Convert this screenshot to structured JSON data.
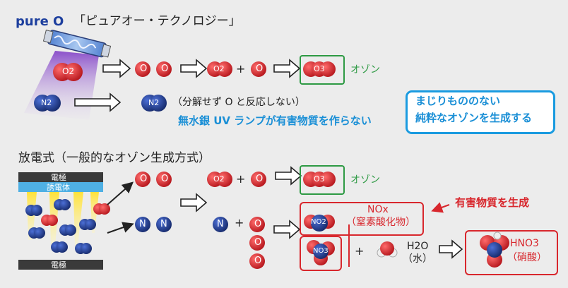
{
  "brand": {
    "logo_text": "pure O"
  },
  "title": "「ピュアオー・テクノロジー」",
  "uv_section": {
    "o2_label": "O2",
    "n2_label": "N2",
    "o_label": "O",
    "o3_label": "O3",
    "plus": "+",
    "ozone_label": "オゾン",
    "no_reaction": "（分解せず O と反応しない）",
    "no_harmful": "無水銀 UV ランプが有害物質を作らない",
    "pure_box_line1": "まじりもののない",
    "pure_box_line2": "純粋なオゾンを生成する"
  },
  "discharge_section": {
    "heading": "放電式（一般的なオゾン生成方式）",
    "electrode_top": "電極",
    "dielectric": "誘電体",
    "electrode_bottom": "電極",
    "ozone_label": "オゾン",
    "nox_line1": "NOx",
    "nox_line2": "（窒素酸化物）",
    "no2_label": "NO2",
    "no3_label": "NO3",
    "h2o_line1": "H2O",
    "h2o_line2": "（水）",
    "hno3_line1": "HNO3",
    "hno3_line2": "（硝酸）",
    "harmful_note": "有害物質を生成",
    "n_label": "N"
  },
  "colors": {
    "oxygen_red": "#d8272d",
    "nitrogen_navy": "#1e3a8a",
    "ozone_green": "#2e9a44",
    "accent_blue": "#1a9be0",
    "lamp_purple": "#8a3fc7"
  }
}
